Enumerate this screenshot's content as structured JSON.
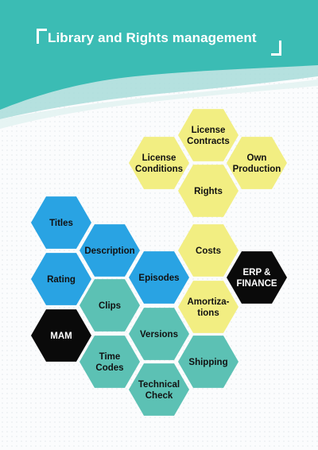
{
  "header": {
    "title": "Library and Rights management"
  },
  "colors": {
    "teal_dark": "#3bbcb4",
    "teal_light": "#a8dcd9",
    "yellow": "#f2ee82",
    "blue": "#29a3e3",
    "teal": "#5cc1b4",
    "black": "#0a0a0a",
    "text_dark": "#111111",
    "text_light": "#ffffff"
  },
  "hexagons": [
    {
      "id": "license-contracts",
      "lines": [
        "License",
        "Contracts"
      ],
      "color": "yellow"
    },
    {
      "id": "license-conditions",
      "lines": [
        "License",
        "Conditions"
      ],
      "color": "yellow"
    },
    {
      "id": "own-production",
      "lines": [
        "Own",
        "Production"
      ],
      "color": "yellow"
    },
    {
      "id": "rights",
      "lines": [
        "Rights"
      ],
      "color": "yellow"
    },
    {
      "id": "titles",
      "lines": [
        "Titles"
      ],
      "color": "blue"
    },
    {
      "id": "description",
      "lines": [
        "Description"
      ],
      "color": "blue"
    },
    {
      "id": "costs",
      "lines": [
        "Costs"
      ],
      "color": "yellow"
    },
    {
      "id": "rating",
      "lines": [
        "Rating"
      ],
      "color": "blue"
    },
    {
      "id": "episodes",
      "lines": [
        "Episodes"
      ],
      "color": "blue"
    },
    {
      "id": "erp-finance",
      "lines": [
        "ERP &",
        "FINANCE"
      ],
      "color": "black"
    },
    {
      "id": "clips",
      "lines": [
        "Clips"
      ],
      "color": "teal"
    },
    {
      "id": "amortizations",
      "lines": [
        "Amortiza-",
        "tions"
      ],
      "color": "yellow"
    },
    {
      "id": "mam",
      "lines": [
        "MAM"
      ],
      "color": "black"
    },
    {
      "id": "versions",
      "lines": [
        "Versions"
      ],
      "color": "teal"
    },
    {
      "id": "time-codes",
      "lines": [
        "Time",
        "Codes"
      ],
      "color": "teal"
    },
    {
      "id": "shipping",
      "lines": [
        "Shipping"
      ],
      "color": "teal"
    },
    {
      "id": "technical-check",
      "lines": [
        "Technical",
        "Check"
      ],
      "color": "teal"
    }
  ]
}
